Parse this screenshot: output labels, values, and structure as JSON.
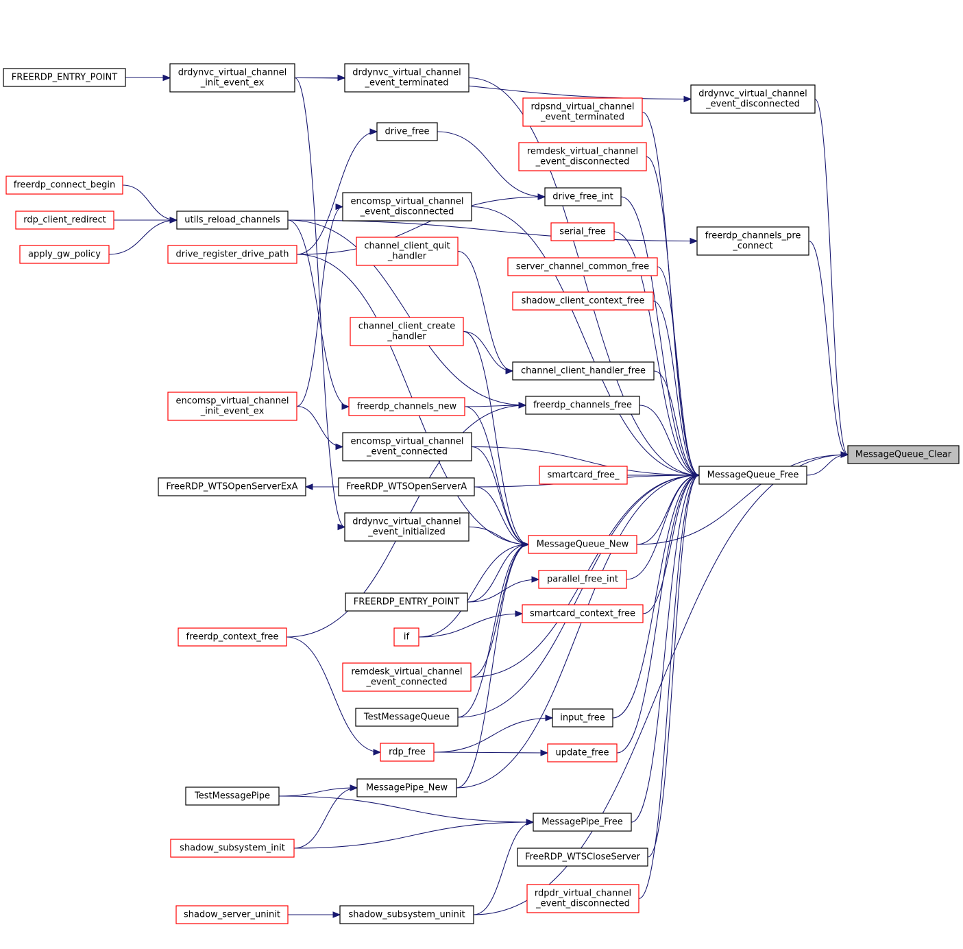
{
  "nodes": {
    "mq_clear": {
      "lines": [
        "MessageQueue_Clear"
      ],
      "kind": "root"
    },
    "mq_free": {
      "lines": [
        "MessageQueue_Free"
      ],
      "kind": "black"
    },
    "drdynvc_disconnected": {
      "lines": [
        "drdynvc_virtual_channel",
        "_event_disconnected"
      ],
      "kind": "black"
    },
    "fr_pre_connect": {
      "lines": [
        "freerdp_channels_pre",
        "_connect"
      ],
      "kind": "black"
    },
    "mq_new": {
      "lines": [
        "MessageQueue_New"
      ],
      "kind": "red"
    },
    "fep1": {
      "lines": [
        "FREERDP_ENTRY_POINT"
      ],
      "kind": "black"
    },
    "drdynvc_init_ex": {
      "lines": [
        "drdynvc_virtual_channel",
        "_init_event_ex"
      ],
      "kind": "black"
    },
    "drdynvc_terminated": {
      "lines": [
        "drdynvc_virtual_channel",
        "_event_terminated"
      ],
      "kind": "black"
    },
    "rdpsnd_term": {
      "lines": [
        "rdpsnd_virtual_channel",
        "_event_terminated"
      ],
      "kind": "red"
    },
    "remdesk_disc": {
      "lines": [
        "remdesk_virtual_channel",
        "_event_disconnected"
      ],
      "kind": "red"
    },
    "drive_free": {
      "lines": [
        "drive_free"
      ],
      "kind": "black"
    },
    "drive_free_int": {
      "lines": [
        "drive_free_int"
      ],
      "kind": "black"
    },
    "connect_begin": {
      "lines": [
        "freerdp_connect_begin"
      ],
      "kind": "red"
    },
    "client_redirect": {
      "lines": [
        "rdp_client_redirect"
      ],
      "kind": "red"
    },
    "gw_policy": {
      "lines": [
        "apply_gw_policy"
      ],
      "kind": "red"
    },
    "utils_reload": {
      "lines": [
        "utils_reload_channels"
      ],
      "kind": "black"
    },
    "drive_register": {
      "lines": [
        "drive_register_drive_path"
      ],
      "kind": "red"
    },
    "encomsp_disc": {
      "lines": [
        "encomsp_virtual_channel",
        "_event_disconnected"
      ],
      "kind": "black"
    },
    "serial_free": {
      "lines": [
        "serial_free"
      ],
      "kind": "red"
    },
    "quit_handler": {
      "lines": [
        "channel_client_quit",
        "_handler"
      ],
      "kind": "red"
    },
    "server_common_free": {
      "lines": [
        "server_channel_common_free"
      ],
      "kind": "red"
    },
    "shadow_ctx_free": {
      "lines": [
        "shadow_client_context_free"
      ],
      "kind": "red"
    },
    "create_handler": {
      "lines": [
        "channel_client_create",
        "_handler"
      ],
      "kind": "red"
    },
    "handler_free": {
      "lines": [
        "channel_client_handler_free"
      ],
      "kind": "black"
    },
    "encomsp_init_ex": {
      "lines": [
        "encomsp_virtual_channel",
        "_init_event_ex"
      ],
      "kind": "red"
    },
    "channels_new": {
      "lines": [
        "freerdp_channels_new"
      ],
      "kind": "red"
    },
    "channels_free": {
      "lines": [
        "freerdp_channels_free"
      ],
      "kind": "black"
    },
    "encomsp_connected": {
      "lines": [
        "encomsp_virtual_channel",
        "_event_connected"
      ],
      "kind": "black"
    },
    "smartcard_free_": {
      "lines": [
        "smartcard_free_"
      ],
      "kind": "red"
    },
    "wts_open_exa": {
      "lines": [
        "FreeRDP_WTSOpenServerExA"
      ],
      "kind": "black"
    },
    "wts_open_a": {
      "lines": [
        "FreeRDP_WTSOpenServerA"
      ],
      "kind": "black"
    },
    "drdynvc_initialized": {
      "lines": [
        "drdynvc_virtual_channel",
        "_event_initialized"
      ],
      "kind": "black"
    },
    "parallel_free": {
      "lines": [
        "parallel_free_int"
      ],
      "kind": "red"
    },
    "fep2": {
      "lines": [
        "FREERDP_ENTRY_POINT"
      ],
      "kind": "black"
    },
    "smartcard_ctx_free": {
      "lines": [
        "smartcard_context_free"
      ],
      "kind": "red"
    },
    "if_node": {
      "lines": [
        "if"
      ],
      "kind": "red"
    },
    "context_free": {
      "lines": [
        "freerdp_context_free"
      ],
      "kind": "red"
    },
    "remdesk_conn": {
      "lines": [
        "remdesk_virtual_channel",
        "_event_connected"
      ],
      "kind": "red"
    },
    "test_mq": {
      "lines": [
        "TestMessageQueue"
      ],
      "kind": "black"
    },
    "input_free": {
      "lines": [
        "input_free"
      ],
      "kind": "black"
    },
    "rdp_free": {
      "lines": [
        "rdp_free"
      ],
      "kind": "red"
    },
    "update_free": {
      "lines": [
        "update_free"
      ],
      "kind": "red"
    },
    "test_mp": {
      "lines": [
        "TestMessagePipe"
      ],
      "kind": "black"
    },
    "mp_new": {
      "lines": [
        "MessagePipe_New"
      ],
      "kind": "black"
    },
    "mp_free": {
      "lines": [
        "MessagePipe_Free"
      ],
      "kind": "black"
    },
    "shadow_sub_init": {
      "lines": [
        "shadow_subsystem_init"
      ],
      "kind": "red"
    },
    "wts_close": {
      "lines": [
        "FreeRDP_WTSCloseServer"
      ],
      "kind": "black"
    },
    "rdpdr_disc": {
      "lines": [
        "rdpdr_virtual_channel",
        "_event_disconnected"
      ],
      "kind": "red"
    },
    "shadow_srv_uninit": {
      "lines": [
        "shadow_server_uninit"
      ],
      "kind": "red"
    },
    "shadow_sub_uninit": {
      "lines": [
        "shadow_subsystem_uninit"
      ],
      "kind": "black"
    }
  },
  "edges": [
    [
      "mq_free",
      "mq_clear"
    ],
    [
      "drdynvc_disconnected",
      "mq_clear"
    ],
    [
      "fr_pre_connect",
      "mq_clear"
    ],
    [
      "mq_new",
      "mq_clear"
    ],
    [
      "shadow_sub_uninit",
      "mq_clear"
    ],
    [
      "fep1",
      "drdynvc_init_ex"
    ],
    [
      "drdynvc_init_ex",
      "drdynvc_terminated"
    ],
    [
      "drdynvc_init_ex",
      "drdynvc_disconnected"
    ],
    [
      "drdynvc_init_ex",
      "drdynvc_initialized"
    ],
    [
      "drdynvc_terminated",
      "mq_free"
    ],
    [
      "rdpsnd_term",
      "mq_free"
    ],
    [
      "remdesk_disc",
      "mq_free"
    ],
    [
      "drive_free",
      "drive_free_int"
    ],
    [
      "drive_register",
      "drive_free"
    ],
    [
      "drive_register",
      "drive_free_int"
    ],
    [
      "drive_free_int",
      "mq_free"
    ],
    [
      "connect_begin",
      "utils_reload"
    ],
    [
      "client_redirect",
      "utils_reload"
    ],
    [
      "gw_policy",
      "utils_reload"
    ],
    [
      "utils_reload",
      "fr_pre_connect"
    ],
    [
      "utils_reload",
      "channels_free"
    ],
    [
      "utils_reload",
      "channels_new"
    ],
    [
      "encomsp_disc",
      "mq_free"
    ],
    [
      "serial_free",
      "mq_free"
    ],
    [
      "quit_handler",
      "handler_free"
    ],
    [
      "server_common_free",
      "mq_free"
    ],
    [
      "shadow_ctx_free",
      "mq_free"
    ],
    [
      "create_handler",
      "handler_free"
    ],
    [
      "create_handler",
      "mq_new"
    ],
    [
      "handler_free",
      "mq_free"
    ],
    [
      "encomsp_init_ex",
      "encomsp_disc"
    ],
    [
      "encomsp_init_ex",
      "encomsp_connected"
    ],
    [
      "channels_new",
      "channels_free"
    ],
    [
      "channels_new",
      "mq_new"
    ],
    [
      "channels_free",
      "mq_free"
    ],
    [
      "context_free",
      "channels_free"
    ],
    [
      "encomsp_connected",
      "mq_free"
    ],
    [
      "encomsp_connected",
      "mq_new"
    ],
    [
      "smartcard_free_",
      "mq_free"
    ],
    [
      "wts_open_a",
      "wts_open_exa"
    ],
    [
      "wts_open_a",
      "mq_free"
    ],
    [
      "wts_open_a",
      "mq_new"
    ],
    [
      "drdynvc_initialized",
      "mq_new"
    ],
    [
      "drive_register",
      "mq_new"
    ],
    [
      "mq_new",
      "mq_free"
    ],
    [
      "parallel_free",
      "mq_free"
    ],
    [
      "fep2",
      "parallel_free"
    ],
    [
      "fep2",
      "mq_new"
    ],
    [
      "smartcard_ctx_free",
      "mq_free"
    ],
    [
      "if_node",
      "smartcard_ctx_free"
    ],
    [
      "if_node",
      "mq_new"
    ],
    [
      "context_free",
      "rdp_free"
    ],
    [
      "remdesk_conn",
      "mq_free"
    ],
    [
      "remdesk_conn",
      "mq_new"
    ],
    [
      "test_mq",
      "mq_free"
    ],
    [
      "test_mq",
      "mq_new"
    ],
    [
      "input_free",
      "mq_free"
    ],
    [
      "rdp_free",
      "input_free"
    ],
    [
      "rdp_free",
      "update_free"
    ],
    [
      "update_free",
      "mq_free"
    ],
    [
      "test_mp",
      "mp_new"
    ],
    [
      "test_mp",
      "mp_free"
    ],
    [
      "mp_new",
      "mq_free"
    ],
    [
      "mp_new",
      "mq_new"
    ],
    [
      "mp_free",
      "mq_free"
    ],
    [
      "shadow_sub_init",
      "mp_new"
    ],
    [
      "shadow_sub_init",
      "mp_free"
    ],
    [
      "wts_close",
      "mq_free"
    ],
    [
      "rdpdr_disc",
      "mq_free"
    ],
    [
      "shadow_srv_uninit",
      "shadow_sub_uninit"
    ],
    [
      "shadow_sub_uninit",
      "mp_free"
    ]
  ]
}
